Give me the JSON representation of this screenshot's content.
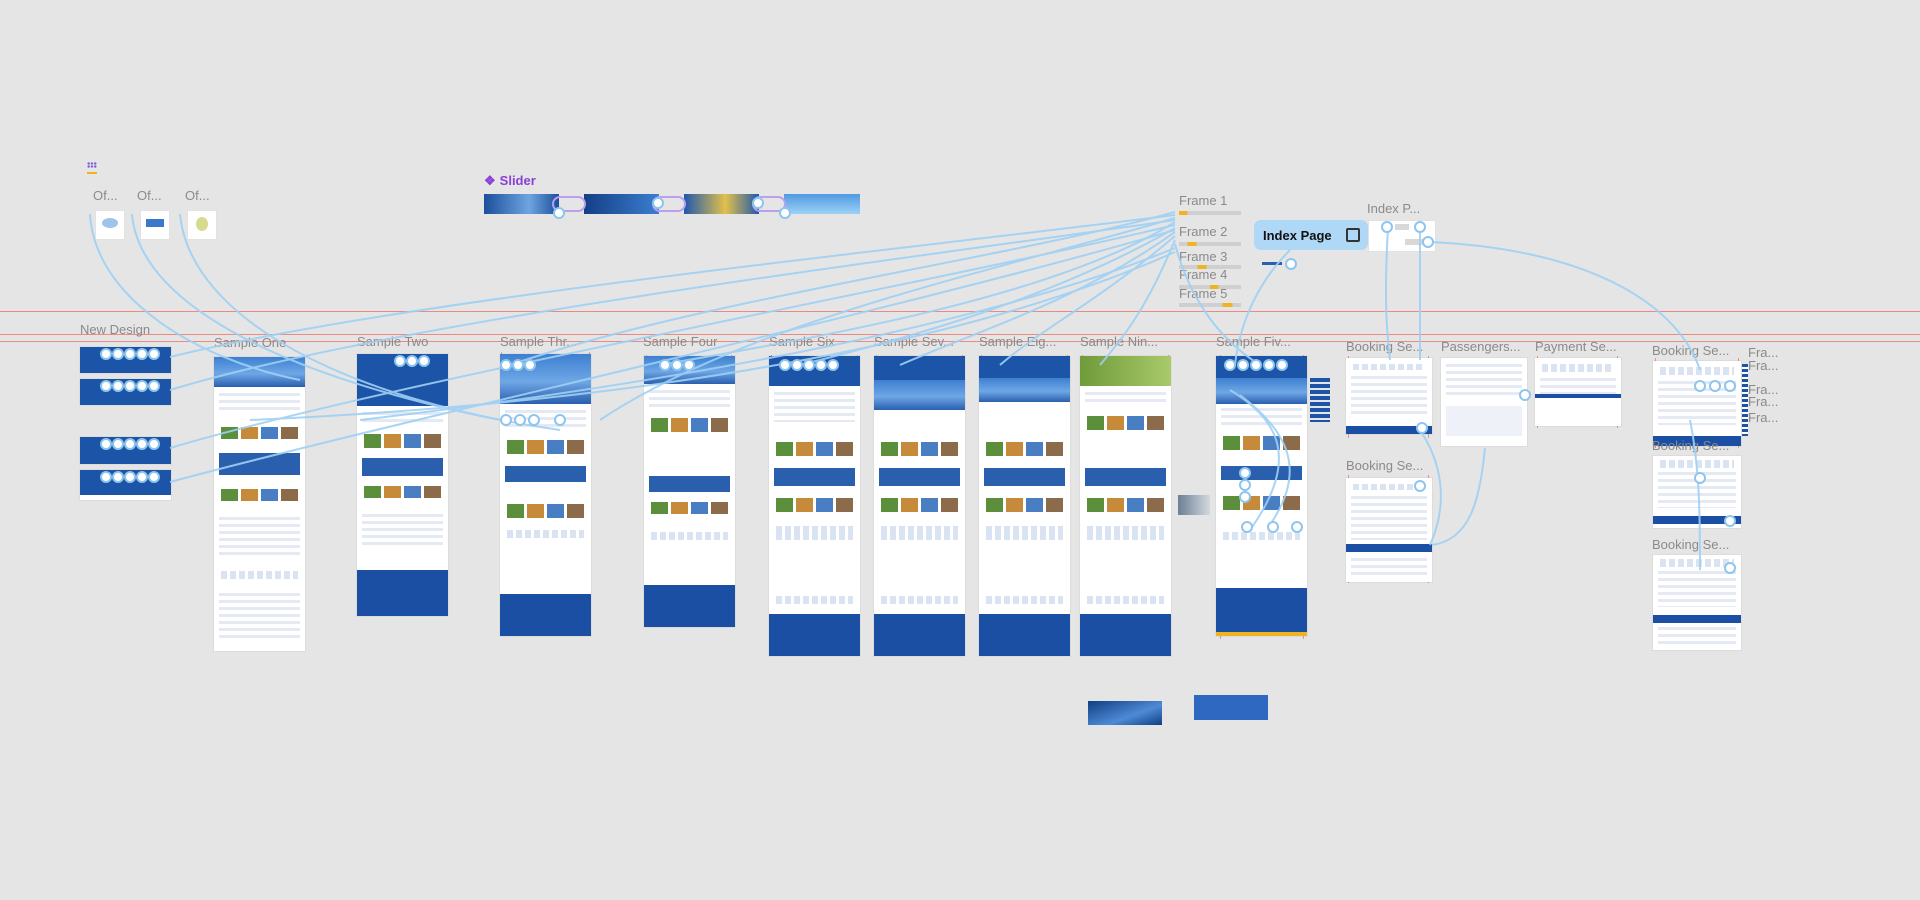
{
  "canvas": {
    "background": "#e5e5e5",
    "accent": "#1c54a8",
    "prototype_color": "#7fc0f2",
    "guide_color": "#eb645a",
    "component_color": "#8a3fd6"
  },
  "component": {
    "icon": "component-diamond-icon",
    "name": "Slider"
  },
  "offer_frames": [
    "Of...",
    "Of...",
    "Of..."
  ],
  "grid_icon": "grid-dots-icon",
  "frames": {
    "new_design": "New Design",
    "sample_one": "Sample One",
    "sample_two": "Sample Two",
    "sample_three": "Sample Thr...",
    "sample_four": "Sample Four",
    "sample_six": "Sample Six",
    "sample_seven": "Sample Sev...",
    "sample_eight": "Sample Eig...",
    "sample_nine": "Sample Nin...",
    "sample_five": "Sample Fiv...",
    "booking_1": "Booking Se...",
    "booking_2": "Booking Se...",
    "passengers": "Passengers...",
    "payment": "Payment Se...",
    "booking_r1": "Booking Se...",
    "booking_r2": "Booking Se...",
    "booking_r3": "Booking Se..."
  },
  "small_frames": [
    "Frame 1",
    "Frame 2",
    "Frame 3",
    "Frame 4",
    "Frame 5"
  ],
  "index_page": {
    "label": "Index Page",
    "icon": "browser-window-icon",
    "frame_label": "Index P..."
  },
  "fra_frames": [
    "Fra...",
    "Fra...",
    "Fra...",
    "Fra...",
    "Fra..."
  ]
}
